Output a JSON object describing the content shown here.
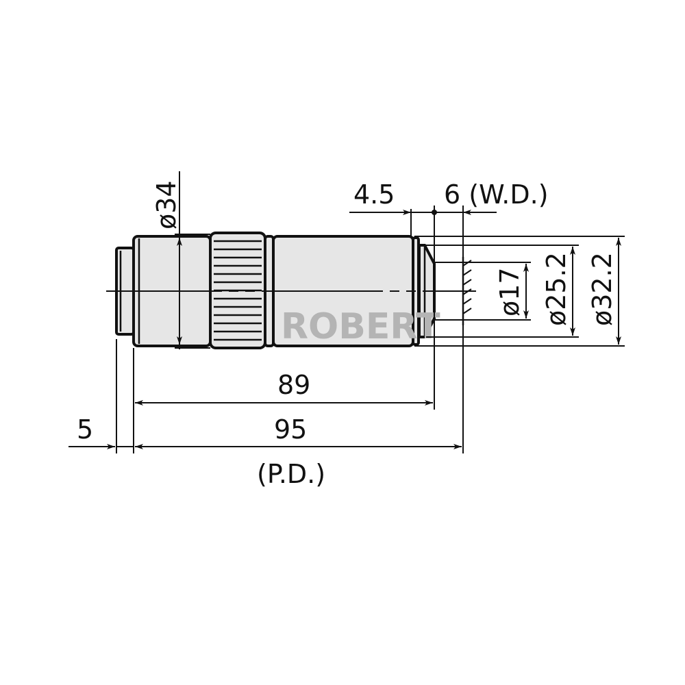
{
  "drawing": {
    "watermark": "ROBERT",
    "colors": {
      "line": "#111111",
      "body_fill": "#e6e6e6"
    },
    "dimensions": {
      "outer_diameter": "ø34",
      "shoulder_offset": "4.5",
      "working_distance": "6 (W.D.)",
      "inner_diameter_small": "ø17",
      "inner_diameter_mid": "ø25.2",
      "inner_diameter_large": "ø32.2",
      "length_body": "89",
      "thread_length": "5",
      "parfocal_distance": "95",
      "parfocal_label": "(P.D.)"
    }
  }
}
